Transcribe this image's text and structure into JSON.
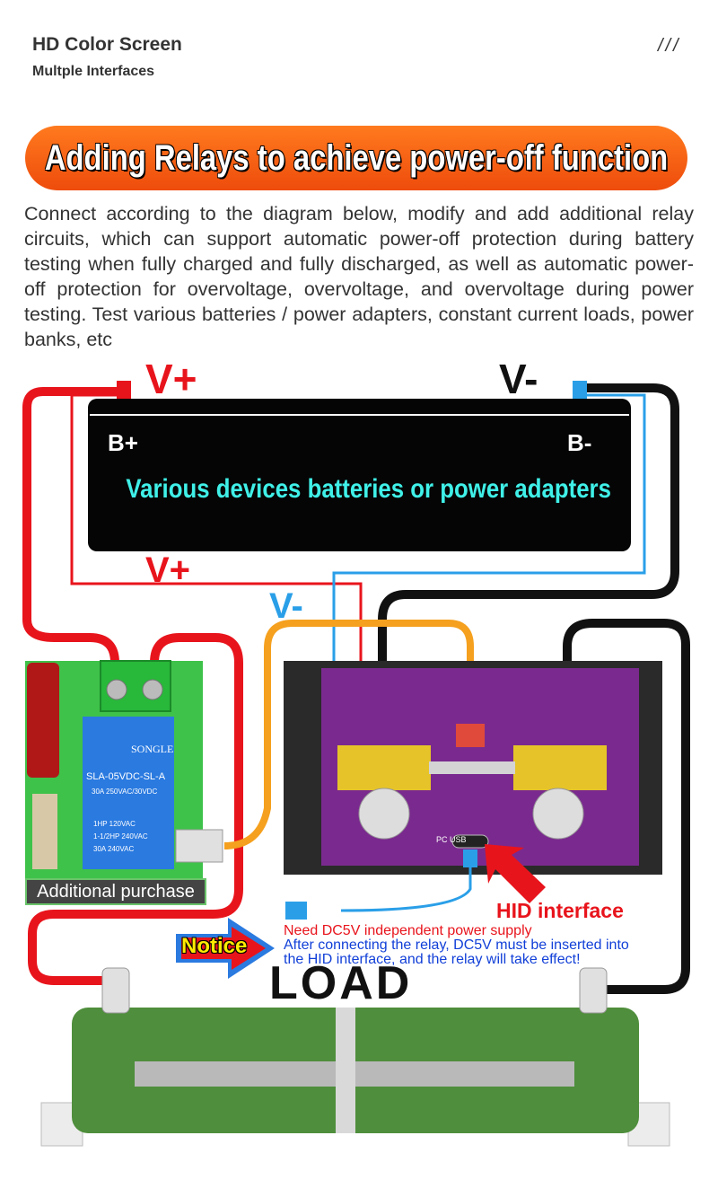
{
  "header": {
    "title": "HD Color Screen",
    "subtitle": "Multple Interfaces",
    "mark": "///"
  },
  "banner": {
    "text": "Adding Relays to achieve power-off function",
    "color_start": "#ff7a1e",
    "color_end": "#ee4c0c"
  },
  "description": "Connect according to the diagram below, modify and add additional relay circuits, which can support automatic power-off protection during battery testing when fully charged and fully discharged, as well as automatic power-off protection for overvoltage, overvoltage, and overvoltage during power testing. Test various batteries / power adapters, constant current loads, power banks, etc",
  "diagram": {
    "v_plus_top": "V+",
    "v_minus_top": "V-",
    "v_plus_mid": "V+",
    "v_minus_mid": "V-",
    "battery": {
      "b_plus": "B+",
      "b_minus": "B-",
      "caption": "Various devices batteries or power adapters"
    },
    "relay": {
      "brand": "SONGLE",
      "model": "SLA-05VDC-SL-A",
      "rating1": "30A 250VAC/30VDC",
      "rating2": "1HP 120VAC",
      "rating3": "1-1/2HP 240VAC",
      "rating4": "30A 240VAC",
      "purchase_label": "Additional purchase"
    },
    "meter": {
      "port_label": "PC USB"
    },
    "hid_label": "HID interface",
    "notice_badge": "Notice",
    "notice_line1": "Need DC5V independent power supply",
    "notice_line2": "After connecting the relay, DC5V must be inserted into",
    "notice_line3": "the HID interface, and the relay will take effect!",
    "load_label": "LOAD"
  },
  "colors": {
    "wire_red": "#e8141c",
    "wire_black": "#111111",
    "wire_blue": "#2a9fe8",
    "wire_orange": "#f5a01e",
    "caption_cyan": "#3ff0e8"
  }
}
